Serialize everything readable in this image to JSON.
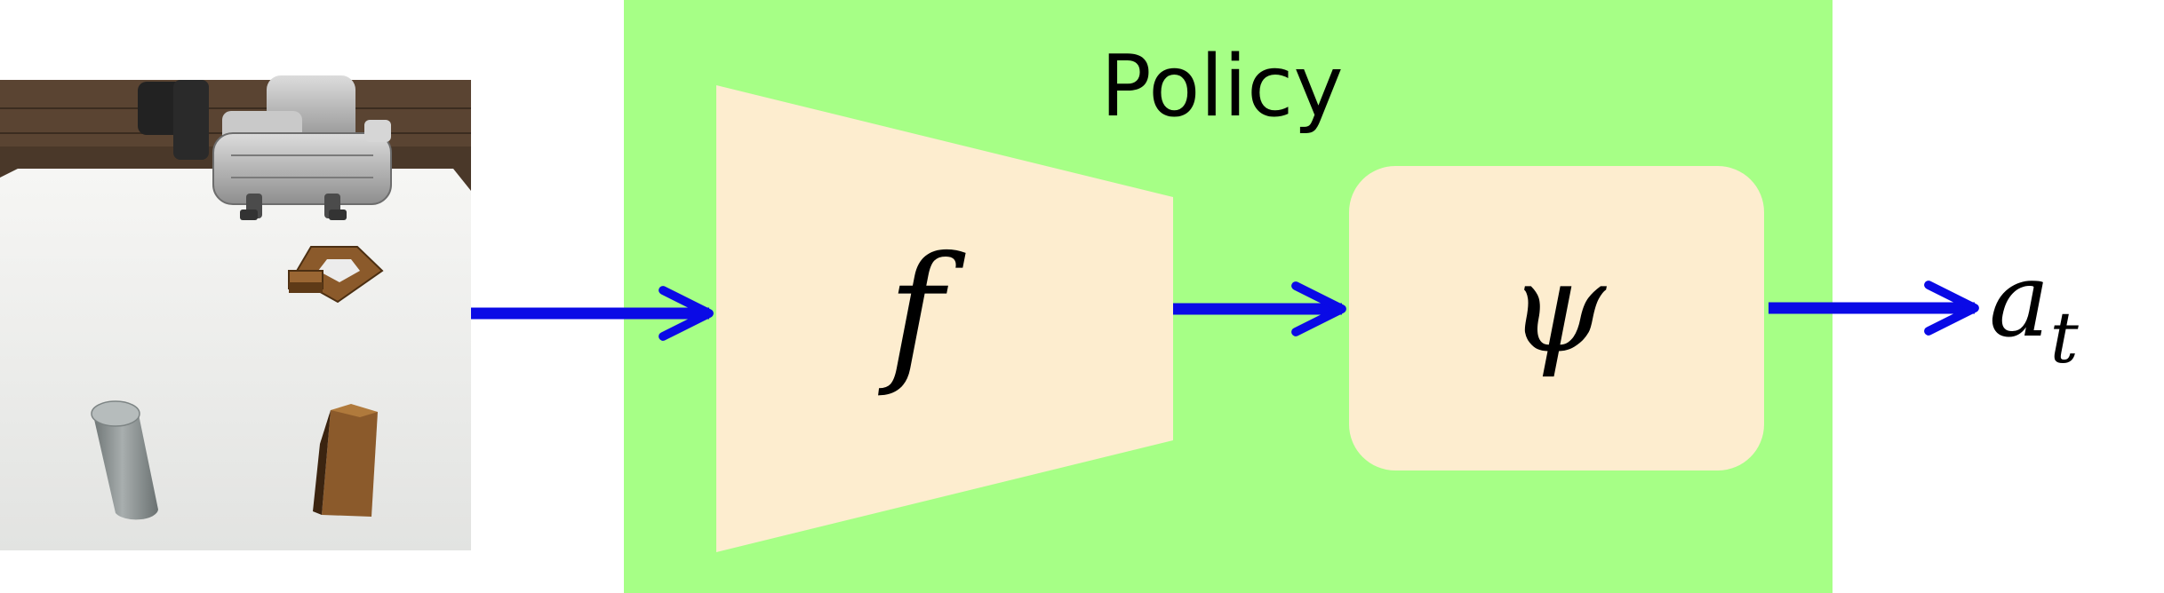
{
  "policy": {
    "title": "Policy"
  },
  "encoder": {
    "symbol": "f"
  },
  "head": {
    "symbol": "ψ"
  },
  "output": {
    "base": "a",
    "subscript": "t"
  },
  "colors": {
    "policy_bg": "#a6ff86",
    "module_fill": "#fdedcf",
    "arrow": "#0a0ae6",
    "table": "#e9e9e9",
    "wall": "#4a3829",
    "wood": "#8b5a2b",
    "cylinder": "#8f9696",
    "robot": "#b8b8b8"
  },
  "icons": [
    "robot-arm-icon",
    "gripper-icon",
    "wooden-block-icon",
    "cylinder-icon",
    "square-nut-icon"
  ]
}
